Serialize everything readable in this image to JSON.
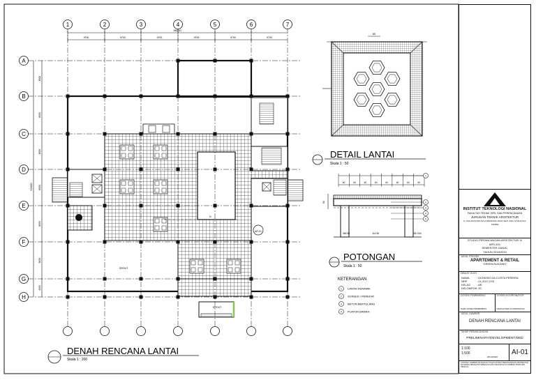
{
  "grid": {
    "columns": [
      "1",
      "2",
      "3",
      "4",
      "5",
      "6",
      "7"
    ],
    "rows": [
      "A",
      "B",
      "C",
      "D",
      "E",
      "F",
      "G",
      "H"
    ],
    "column_dims": [
      "9700",
      "9700",
      "9700",
      "9700",
      "9700",
      "9700"
    ],
    "total_width": "58200",
    "row_dims": [
      "8000",
      "8000",
      "8000",
      "8000",
      "8000",
      "8000",
      "4000"
    ],
    "total_height": "52000"
  },
  "plan": {
    "title": "DENAH RENCANA LANTAI",
    "scale": "Skala 1 : 200",
    "room_labels": [
      "GROUT",
      "GROUT"
    ],
    "north_mark": "N",
    "ref_mark": "AR-01"
  },
  "detail": {
    "title": "DETAIL LANTAI",
    "scale": "Skala 1 : 50",
    "dim": "60"
  },
  "section": {
    "title": "POTONGAN",
    "scale": "Skala 1 : 50",
    "dims_top": [
      "60",
      "60",
      "60",
      "60",
      "60",
      "60",
      "60",
      "60"
    ],
    "dims_bottom": [
      "38CM",
      "11CM",
      "38 CM"
    ],
    "callouts": [
      "1",
      "2",
      "3",
      "4",
      "5"
    ]
  },
  "legend": {
    "title": "KETERANGAN",
    "items": [
      {
        "num": "1",
        "text": "LANTAI KERAMIK"
      },
      {
        "num": "2",
        "text": "SCREED / PEREKAT"
      },
      {
        "num": "3",
        "text": "BETON BERTULANG"
      },
      {
        "num": "4",
        "text": "PLAFON BAWAH"
      }
    ]
  },
  "title_block": {
    "institution": "INSTITUT TEKNOLOGI NASIONAL",
    "faculty": "FAKULTAS TEKNIK SIPIL DAN PERENCANAAN",
    "department": "JURUSAN TEKNIK ARSITEKTUR",
    "address": "JL. PHH MUSTOFA NO 23 BANDUNG 40124 TELP. (022) 7272215 FAX. 7202892",
    "studio": "STUDIO PERANCANGAN ARSITEKTUR VI",
    "course": "ARS-401",
    "semester": "SEMESTER GANJIL",
    "year": "TAHUN 2018/2019",
    "project_label": "JUDUL PROYEK",
    "project": "APARTEMENT & RETAIL",
    "project_sub": "\"GREEN BUILDING\"",
    "author_label": "DIBUAT OLEH",
    "author_fields": [
      {
        "key": "NAMA",
        "value": ": DIONISIO DA COSTA PEREIRA"
      },
      {
        "key": "NRP",
        "value": ": 21-2017-076"
      },
      {
        "key": "KELAS",
        "value": ": AR"
      },
      {
        "key": "KELOMPOK",
        "value": ": 3C"
      }
    ],
    "advisor_label": "DOSEN PEMBIMBING",
    "coordinator_label": "DOSEN KOORDINATOR",
    "advisor_name": "NAMA DOSEN PEMBIMBING",
    "coordinator_name": "NAMA DOSEN KOORDINATOR",
    "drawing_label": "JUDUL GAMBAR",
    "drawing": "DENAH RENCANA LANTAI",
    "phase_label": "TAHAP PERANCANGAN",
    "phase": "PRELIMINARY/DEVELOPMENT/DED",
    "scale_label": "SKALA",
    "scales": [
      "1:100",
      "1:500"
    ],
    "date": "25/10/2020",
    "sheet_no": "AI-01",
    "notes": "CATATAN: GAMBAR INI ADALAH TUGAS STUDIO PERANCANGAN ARSITEKTUR, DILARANG MENGUTIP SEBAGIAN ATAU SELURUH ISI GAMBAR TANPA IZIN PENULIS."
  },
  "colors": {
    "line": "#111111",
    "hatch": "#555555",
    "accent_green": "#8bc34a"
  }
}
